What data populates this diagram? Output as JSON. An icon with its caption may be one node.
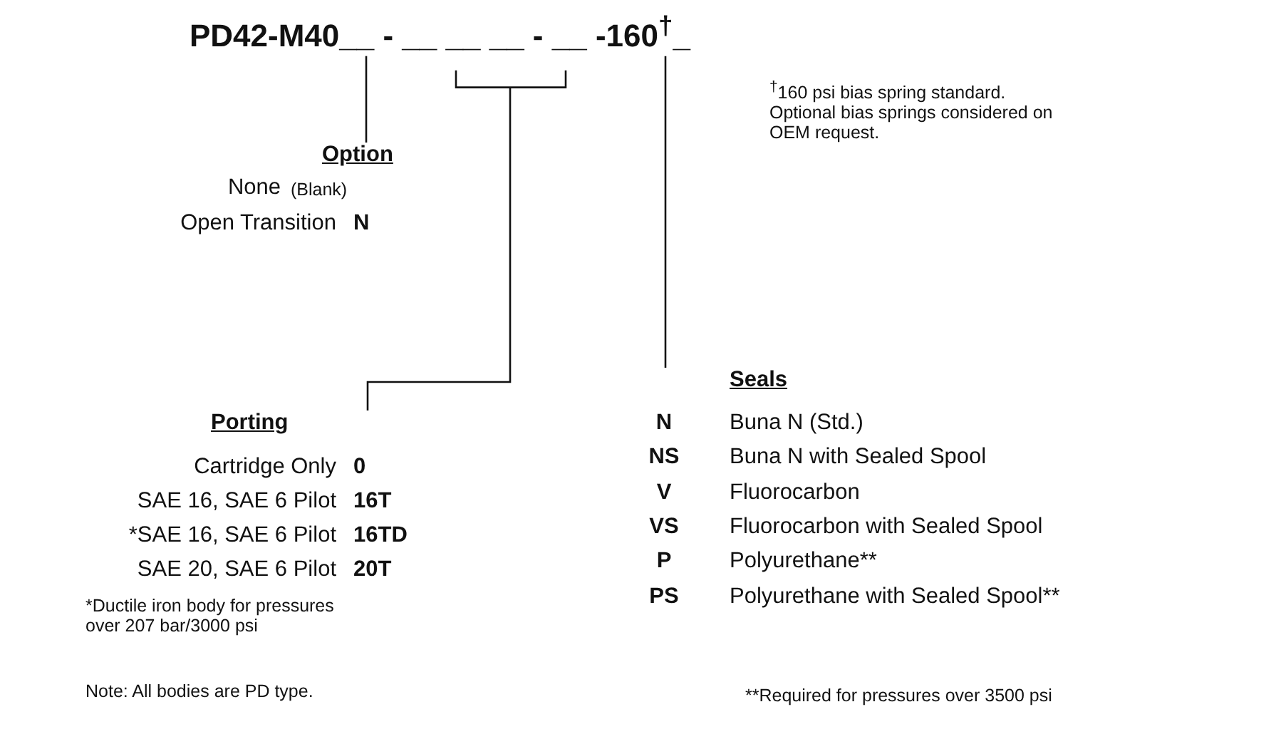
{
  "diagram": {
    "nodes": [
      {
        "text": [
          "PD42-M40__ - __ __ __ - __ -160$^{†}$_"
        ]
      },
      {
        "text": [
          "Option"
        ]
      },
      {
        "text": [
          "Porting"
        ]
      },
      {
        "text": [
          "Seals"
        ]
      }
    ],
    "edges": [
      {
        "from": 0,
        "to": 1,
        "arrow": "none"
      },
      {
        "from": 0,
        "to": 2,
        "arrow": "none"
      },
      {
        "from": 0,
        "to": 3,
        "arrow": "none"
      }
    ],
    "labels": [
      "$^{†}$160 psi bias spring standard. Optional bias springs considered on OEM request.",
      "None",
      "(Blank)",
      "Open Transition",
      "N",
      "Cartridge Only",
      "0",
      "SAE 16, SAE 6 Pilot",
      "16T",
      "*SAE 16, SAE 6 Pilot",
      "16TD",
      "SAE 20, SAE 6 Pilot",
      "20T",
      "*Ductile iron body for pressures over 207 bar/3000 psi",
      "Note: All bodies are PD type.",
      "N",
      "Buna N (Std.)",
      "NS",
      "Buna N with Sealed Spool",
      "V",
      "Fluorocarbon",
      "VS",
      "Fluorocarbon with Sealed Spool",
      "P",
      "Polyurethane**",
      "PS",
      "Polyurethane with Sealed Spool**",
      "**Required for pressures over 3500 psi"
    ]
  }
}
